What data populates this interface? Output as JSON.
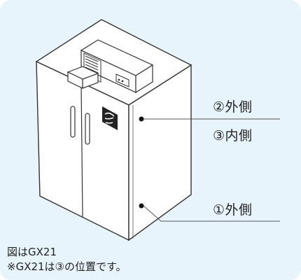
{
  "labels": {
    "outer_top": "②外側",
    "inner": "③内側",
    "outer_bottom": "①外側"
  },
  "caption": {
    "line1": "図はGX21",
    "line2": "※GX21は③の位置です。"
  },
  "colors": {
    "background": "#e8f4fc",
    "body": "#ffffff",
    "outline": "#333333",
    "leader": "#555555",
    "dot": "#111111"
  }
}
